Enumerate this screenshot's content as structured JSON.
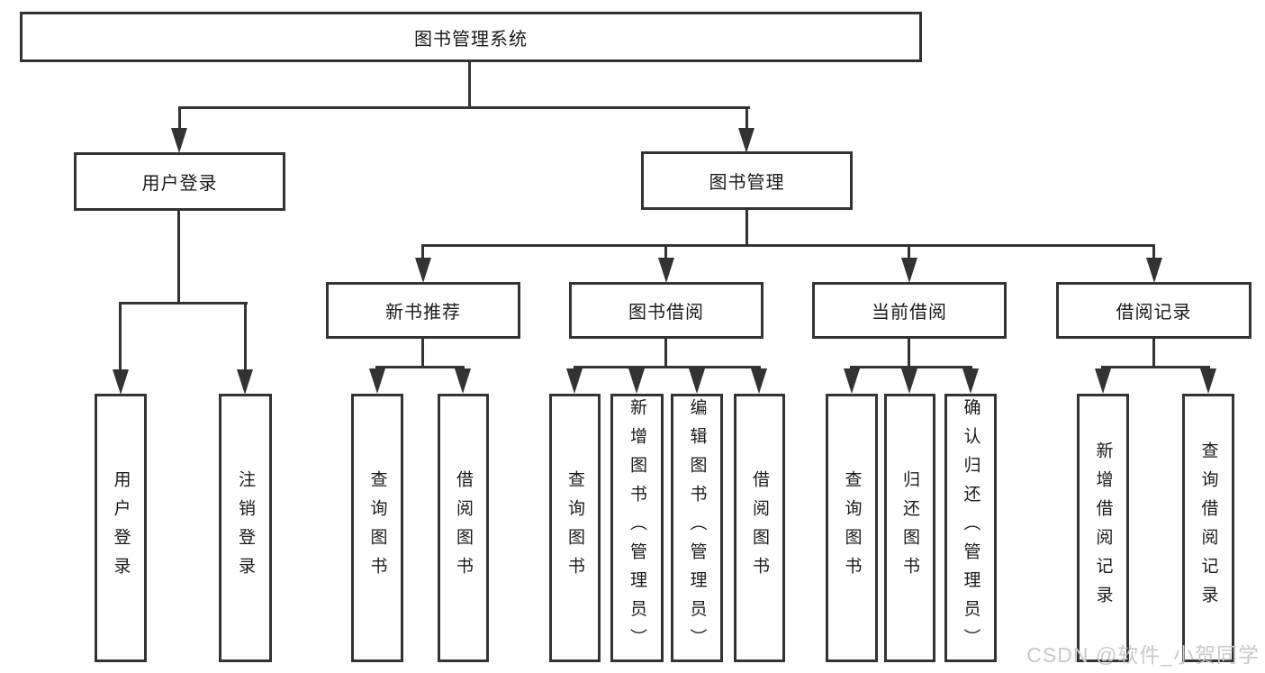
{
  "diagram": {
    "type": "tree",
    "root": "图书管理系统",
    "branches": [
      {
        "label": "用户登录",
        "children": [
          "用户登录",
          "注销登录"
        ]
      },
      {
        "label": "图书管理",
        "groups": [
          {
            "label": "新书推荐",
            "children": [
              "查询图书",
              "借阅图书"
            ]
          },
          {
            "label": "图书借阅",
            "children": [
              "查询图书",
              "新增图书（管理员）",
              "编辑图书（管理员）",
              "借阅图书"
            ]
          },
          {
            "label": "当前借阅",
            "children": [
              "查询图书",
              "归还图书",
              "确认归还（管理员）"
            ]
          },
          {
            "label": "借阅记录",
            "children": [
              "新增借阅记录",
              "查询借阅记录"
            ]
          }
        ]
      }
    ]
  },
  "watermark": "CSDN @软件_小贺同学",
  "colors": {
    "line": "#333333",
    "text": "#1a1a1a",
    "watermark": "#c9c9c9",
    "background": "#ffffff"
  }
}
